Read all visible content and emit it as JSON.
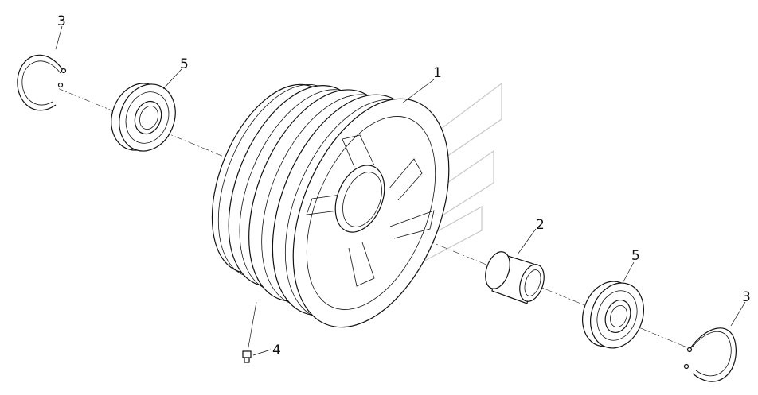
{
  "callouts": {
    "retaining_ring_left": "3",
    "bearing_left": "5",
    "pulley": "1",
    "bushing": "2",
    "bearing_right": "5",
    "retaining_ring_right": "3",
    "grease_fitting": "4"
  },
  "colors": {
    "line": "#111111",
    "watermark": "#c8c8c8",
    "background": "#ffffff"
  }
}
